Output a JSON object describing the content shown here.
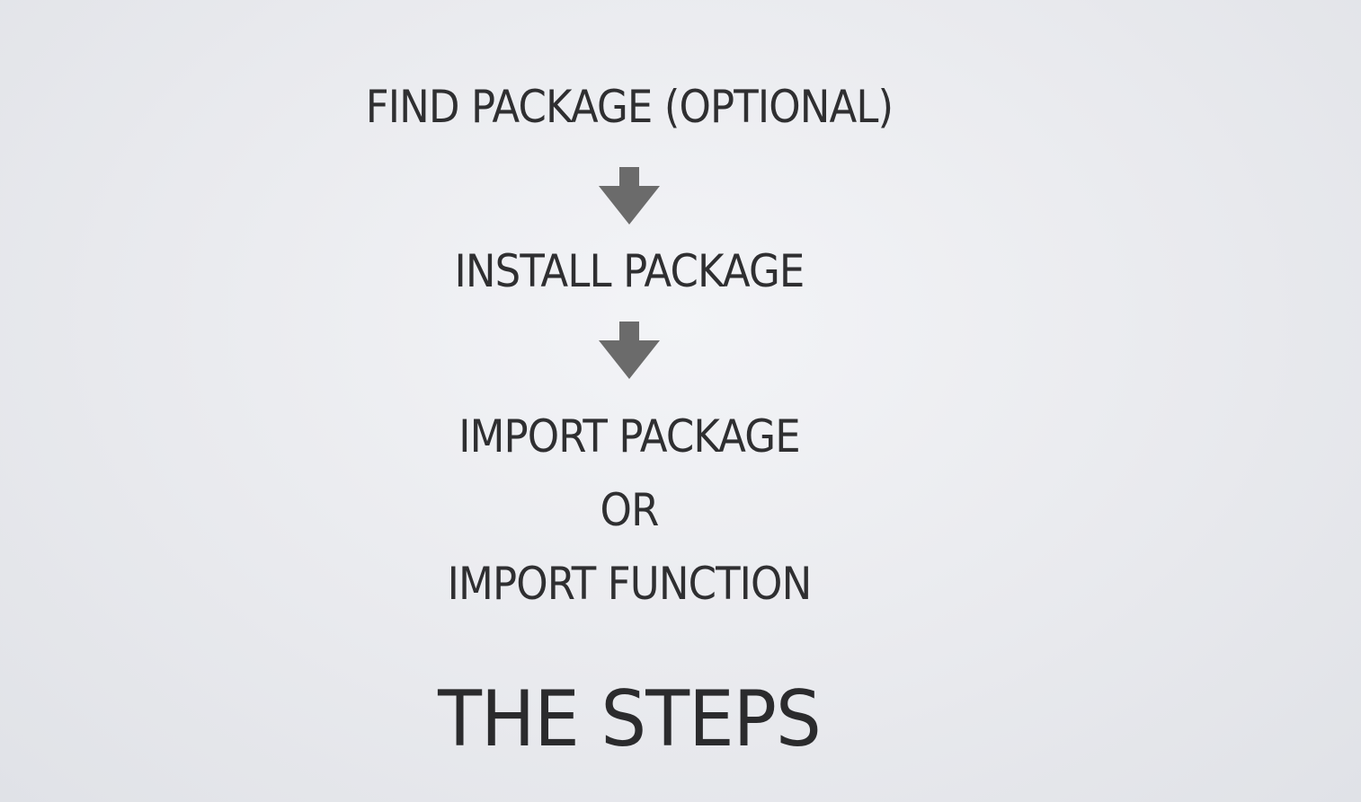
{
  "diagram": {
    "steps": [
      "FIND PACKAGE (OPTIONAL)",
      "INSTALL PACKAGE",
      "IMPORT PACKAGE",
      "OR",
      "IMPORT FUNCTION"
    ],
    "title": "THE STEPS",
    "arrow_icon": "down-arrow-icon",
    "colors": {
      "text": "#2f2f31",
      "arrow": "#6b6b6b",
      "background": "#ebecf0"
    }
  }
}
